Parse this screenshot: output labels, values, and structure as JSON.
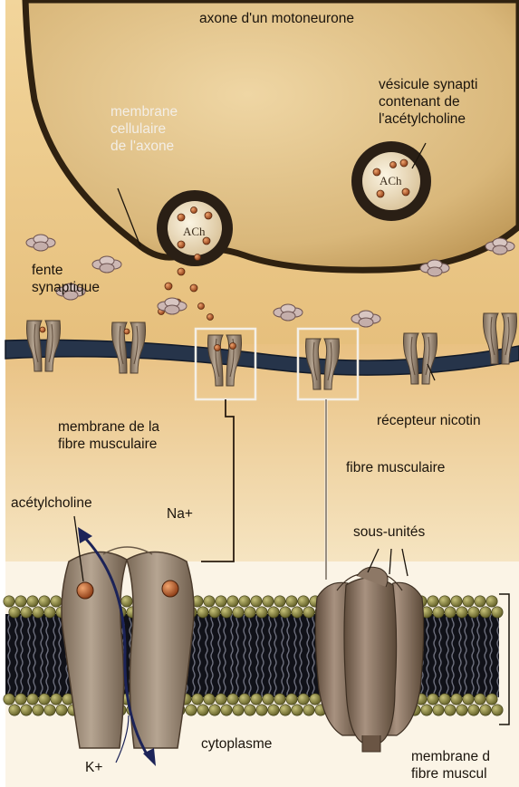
{
  "labels": {
    "axon_title": "axone d'un motoneurone",
    "vesicle": "vésicule synapti\ncontenant de\nl'acétylcholine",
    "axon_membrane": "membrane\ncellulaire\nde l'axone",
    "ach_vesicle_left": "ACh",
    "ach_vesicle_right": "ACh",
    "synaptic_cleft": "fente\nsynaptique",
    "muscle_membrane": "membrane de la\nfibre musculaire",
    "nicotinic_receptor": "récepteur nicotin",
    "muscle_fiber": "fibre musculaire",
    "acetylcholine": "acétylcholine",
    "sodium": "Na+",
    "subunits": "sous-unités",
    "cytoplasm": "cytoplasme",
    "potassium": "K+",
    "membrane_bracket": "membrane d\nfibre muscul"
  },
  "colors": {
    "axon_fill": "#d9b77a",
    "axon_outline": "#3c2a14",
    "cleft_fill": "#ecc98a",
    "muscle_band": "#26344a",
    "receptor": "#9c8a78",
    "lipid_head": "#7b7a3a",
    "membrane_core": "#15161c",
    "ach_ball": "#b5592a",
    "arrow": "#1c2358"
  }
}
